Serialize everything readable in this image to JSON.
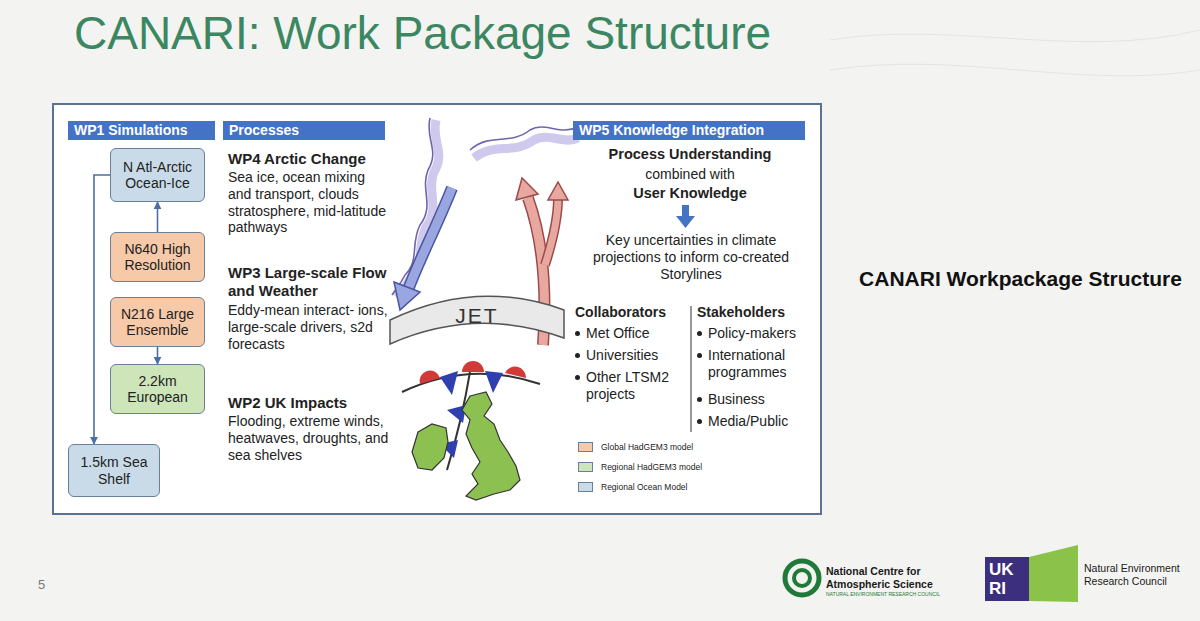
{
  "diagram": {
    "title": "CANARI: Work Package Structure",
    "nodes": [
      {
        "text": [
          "WP1 Simulations"
        ]
      },
      {
        "text": [
          "N Atl-Arctic Ocean-Ice"
        ]
      },
      {
        "text": [
          "N640 High Resolution"
        ]
      },
      {
        "text": [
          "N216 Large Ensemble"
        ]
      },
      {
        "text": [
          "2.2km European"
        ]
      },
      {
        "text": [
          "1.5km Sea Shelf"
        ]
      },
      {
        "text": [
          "Processes"
        ]
      },
      {
        "text": [
          "JET"
        ]
      },
      {
        "text": [
          "WP5 Knowledge Integration"
        ]
      }
    ],
    "edges": [
      {
        "from": 1,
        "to": 5,
        "arrow": "to"
      },
      {
        "from": 2,
        "to": 1,
        "arrow": "to"
      },
      {
        "from": 3,
        "to": 4,
        "arrow": "to"
      }
    ],
    "labels": [
      "WP4 Arctic Change",
      "Sea ice, ocean mixing and transport, clouds stratosphere, mid-latitude pathways",
      "WP3 Large-scale Flow and Weather",
      "Eddy-mean interact- ions, large-scale drivers, s2d forecasts",
      "WP2 UK Impacts",
      "Flooding, extreme winds, heatwaves, droughts, and sea shelves",
      "Process Understanding",
      "combined with",
      "User Knowledge",
      "Key uncertainties in climate projections to inform co-created Storylines",
      "Collaborators",
      "Met Office",
      "Universities",
      "Other LTSM2 projects",
      "Stakeholders",
      "Policy-makers",
      "International programmes",
      "Business",
      "Media/Public",
      "CANARI Workpackage Structure",
      "5",
      "National Centre for Atmospheric Science",
      "NATURAL ENVIRONMENT RESEARCH COUNCIL",
      "UK",
      "RI",
      "Natural Environment Research Council"
    ],
    "legend": [
      {
        "text": "Global HadGEM3 model",
        "color": "#f6c9a8"
      },
      {
        "text": "Regional HadGEM3 model",
        "color": "#cde5b9"
      },
      {
        "text": "Regional Ocean Model",
        "color": "#c9dbe8"
      }
    ]
  }
}
